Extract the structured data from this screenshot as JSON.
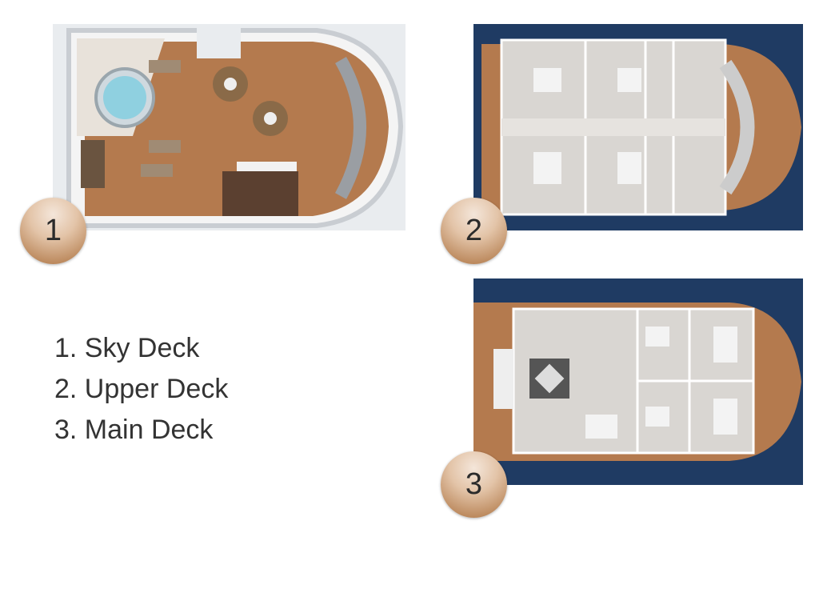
{
  "decks": [
    {
      "number": "1",
      "name": "Sky Deck",
      "label": "1. Sky Deck"
    },
    {
      "number": "2",
      "name": "Upper Deck",
      "label": "2. Upper Deck"
    },
    {
      "number": "3",
      "name": "Main Deck",
      "label": "3. Main Deck"
    }
  ],
  "colors": {
    "wood": "#b47a4e",
    "sea": "#1f3b63",
    "floor": "#d9d6d2",
    "badge": "#c9976c"
  }
}
